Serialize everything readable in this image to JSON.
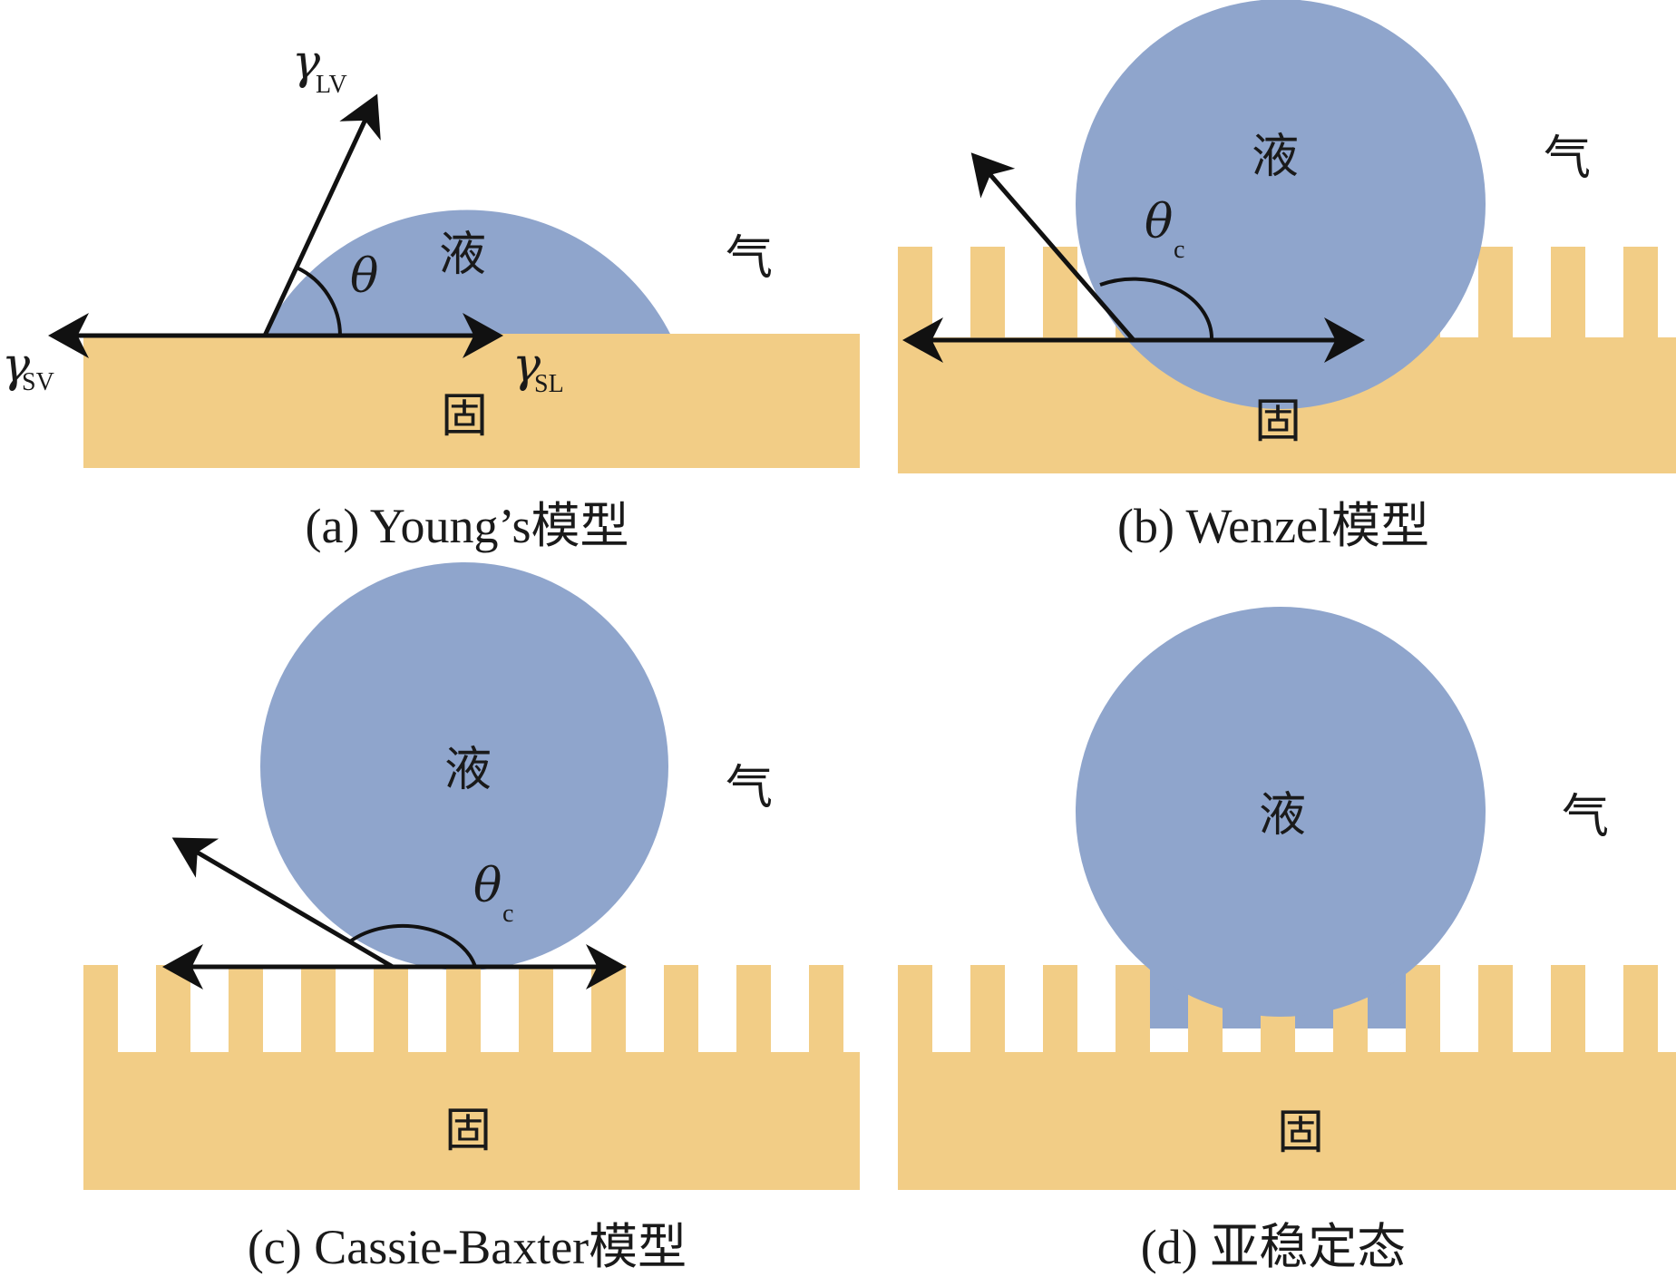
{
  "colors": {
    "solid": "#F2CD86",
    "liquid": "#8FA5CC",
    "arrow": "#111111",
    "background": "#FFFFFF"
  },
  "panels": {
    "a": {
      "caption": "(a) Young’s模型",
      "liquid_label": "液",
      "vapor_label": "气",
      "solid_label": "固",
      "theta": "θ",
      "gamma_lv": {
        "symbol": "γ",
        "sub": "LV"
      },
      "gamma_sv": {
        "symbol": "γ",
        "sub": "SV"
      },
      "gamma_sl": {
        "symbol": "γ",
        "sub": "SL"
      }
    },
    "b": {
      "caption": "(b) Wenzel模型",
      "liquid_label": "液",
      "vapor_label": "气",
      "solid_label": "固",
      "theta": {
        "symbol": "θ",
        "sub": "c"
      }
    },
    "c": {
      "caption": "(c) Cassie-Baxter模型",
      "liquid_label": "液",
      "vapor_label": "气",
      "solid_label": "固",
      "theta": {
        "symbol": "θ",
        "sub": "c"
      }
    },
    "d": {
      "caption": "(d) 亚稳定态",
      "liquid_label": "液",
      "vapor_label": "气",
      "solid_label": "固"
    }
  }
}
